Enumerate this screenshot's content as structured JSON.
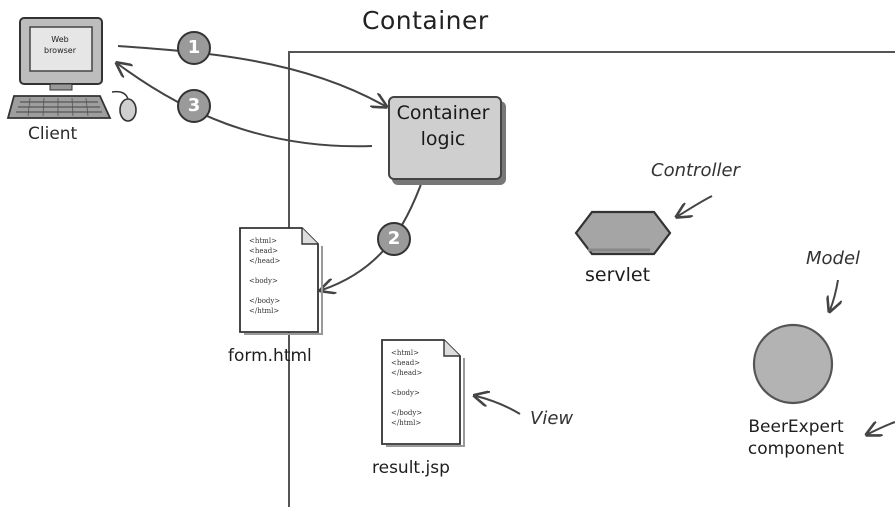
{
  "container": {
    "title": "Container"
  },
  "client": {
    "label": "Client",
    "browser_text": "Web\nbrowser"
  },
  "container_logic": {
    "label": "Container\nlogic"
  },
  "steps": [
    "1",
    "2",
    "3"
  ],
  "form_file": {
    "label": "form.html",
    "code": "<html>\n<head>\n</head>\n\n<body>\n\n</body>\n</html>"
  },
  "result_file": {
    "label": "result.jsp",
    "code": "<html>\n<head>\n</head>\n\n<body>\n\n</body>\n</html>"
  },
  "servlet": {
    "label": "servlet",
    "role": "Controller"
  },
  "model": {
    "label": "BeerExpert\ncomponent",
    "role": "Model"
  },
  "view": {
    "role": "View"
  },
  "colors": {
    "box_fill": "#cfcfcf",
    "step_fill": "#9a9a9a",
    "stroke": "#444444"
  }
}
